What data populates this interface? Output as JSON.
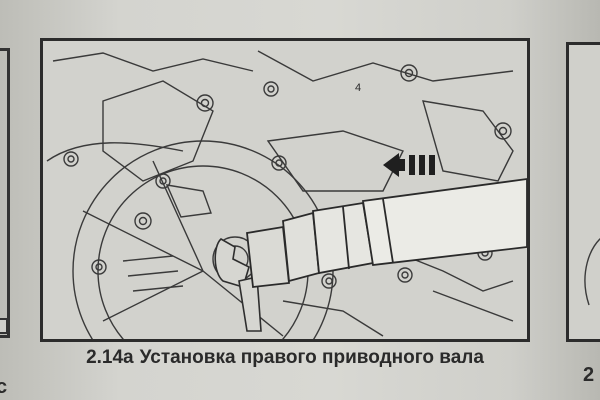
{
  "figure": {
    "number": "2.14а",
    "caption": "Установка правого приводного вала",
    "callout": "4"
  },
  "right_page": {
    "number_fragment": "2"
  },
  "left_page": {
    "text_fragment": "с"
  }
}
